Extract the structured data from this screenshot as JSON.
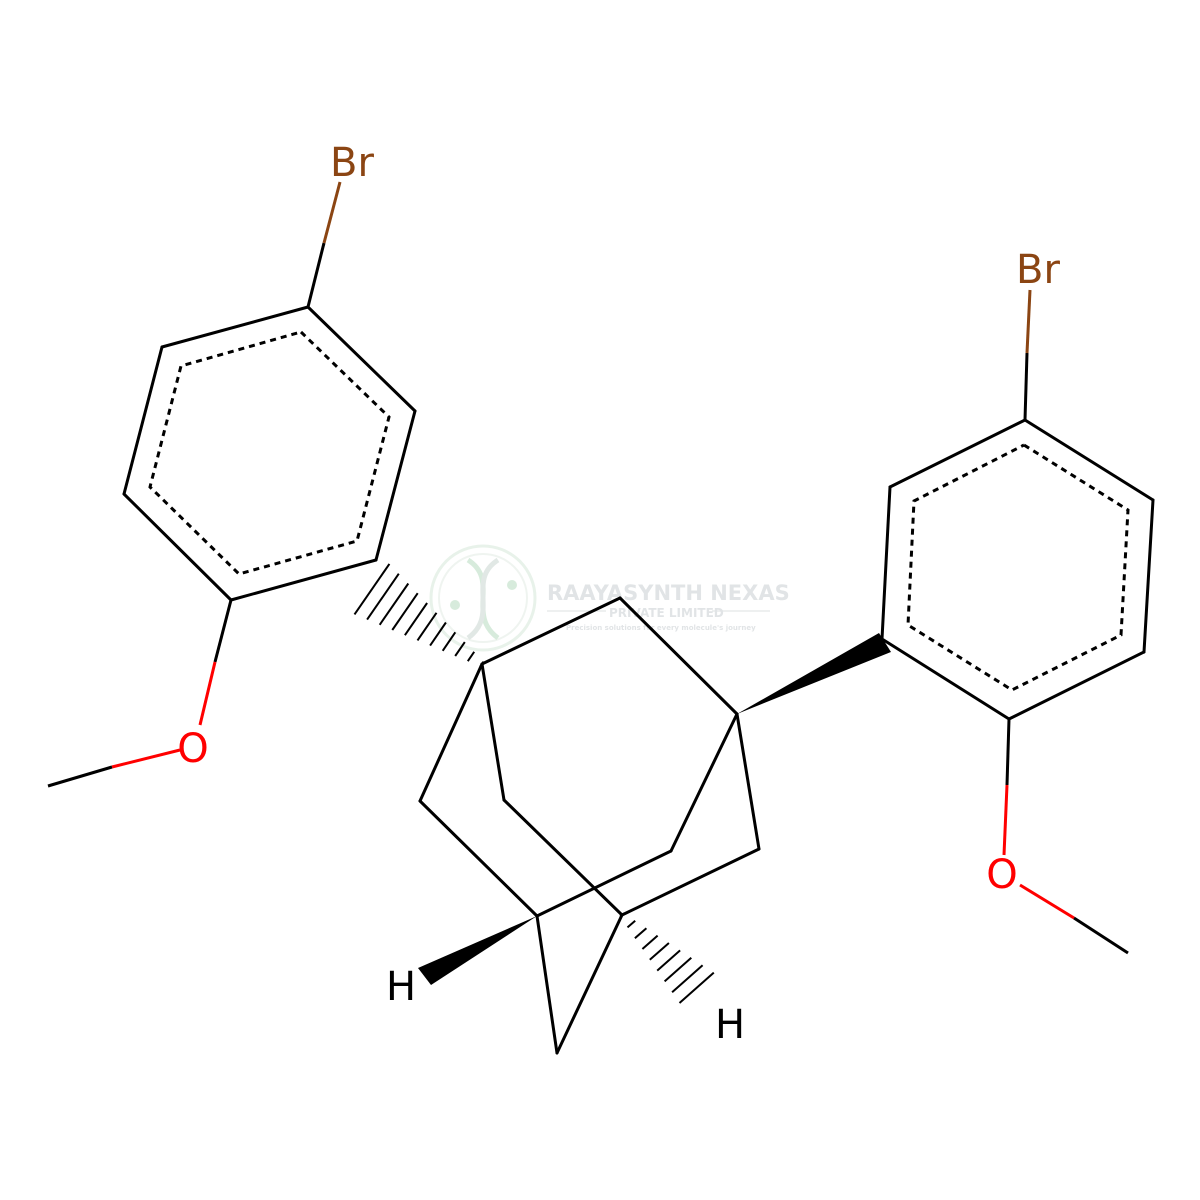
{
  "molecule": {
    "atoms": {
      "br_left": "Br",
      "br_right": "Br",
      "o_left": "O",
      "o_right": "O",
      "h_left": "H",
      "h_right": "H"
    },
    "colors": {
      "bond": "#000000",
      "bromine": "#8b4513",
      "oxygen": "#ff0000",
      "hydrogen": "#000000"
    }
  },
  "watermark": {
    "name": "RAAYASYNTH NEXAS",
    "subtitle": "PRIVATE LIMITED",
    "tagline": "Precision solutions for every molecule's journey",
    "logo_icon": "dna-helix-icon"
  }
}
